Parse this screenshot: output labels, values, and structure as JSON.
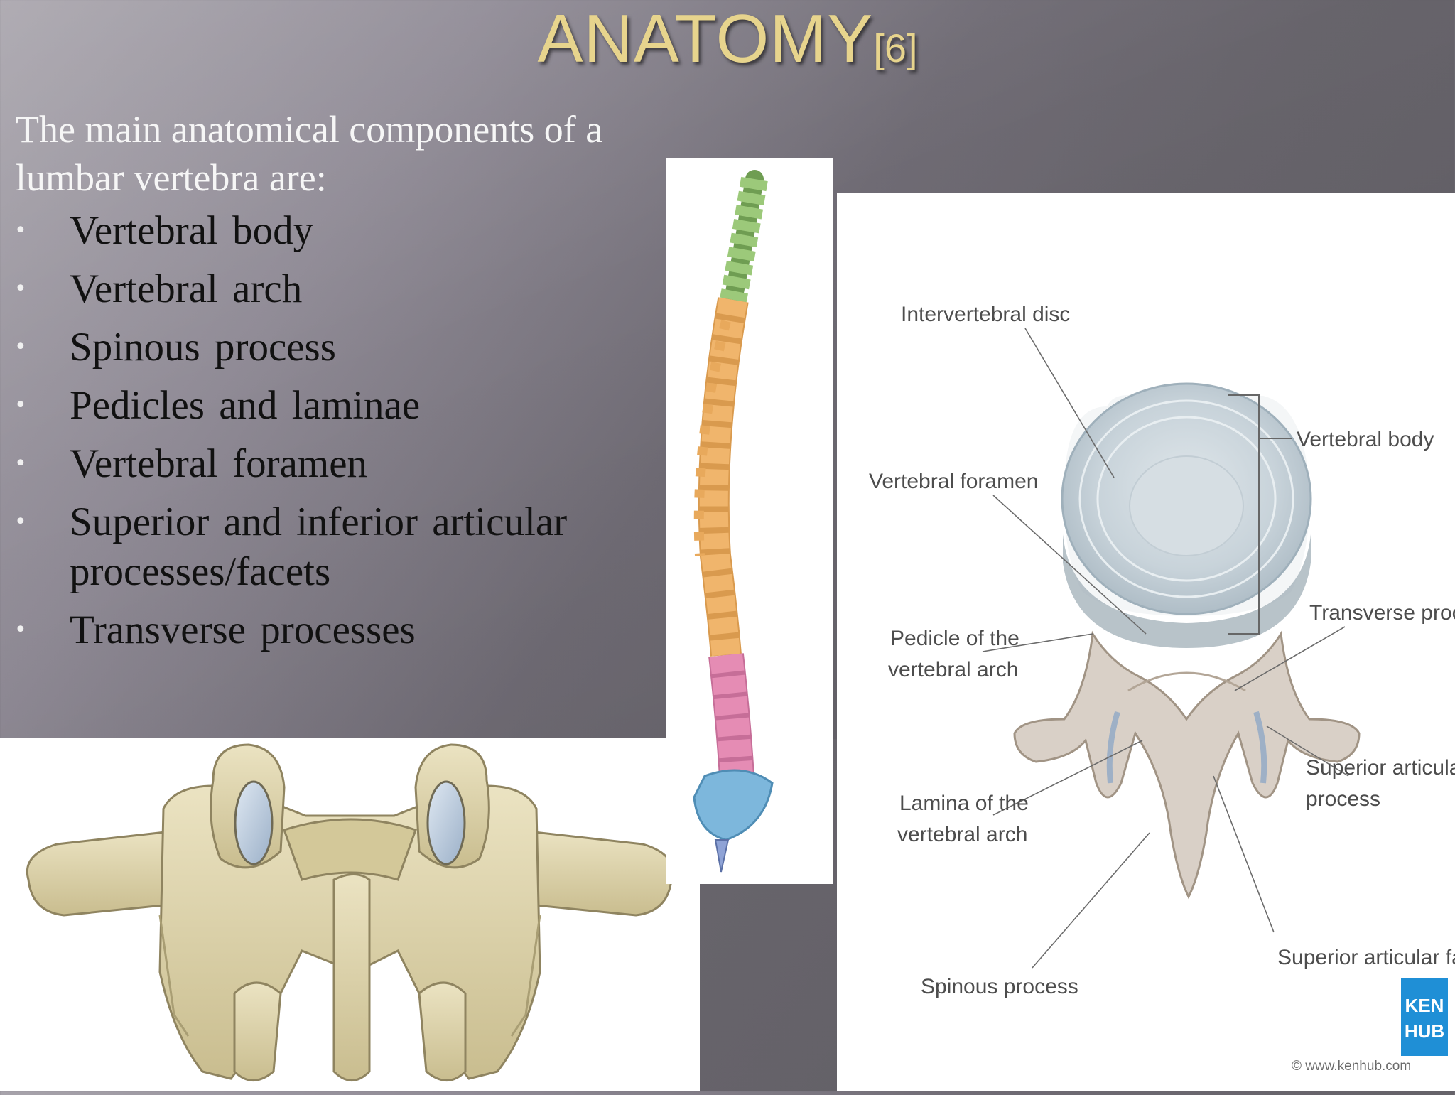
{
  "slide": {
    "title": "ANATOMY",
    "title_ref": "[6]",
    "intro_line1": "The main anatomical components of a",
    "intro_line2": "lumbar vertebra are:",
    "bullets": [
      "Vertebral  body",
      "Vertebral  arch",
      "Spinous  process",
      "Pedicles and laminae",
      "Vertebral  foramen",
      "Superior  and  inferior  articular processes/facets",
      "Transverse  processes"
    ]
  },
  "diagram": {
    "labels": {
      "intervertebral_disc": "Intervertebral disc",
      "vertebral_body": "Vertebral body",
      "vertebral_foramen": "Vertebral foramen",
      "transverse_process": "Transverse process",
      "pedicle_line1": "Pedicle of the",
      "pedicle_line2": "vertebral arch",
      "superior_articular_line1": "Superior articular",
      "superior_articular_line2": "process",
      "lamina_line1": "Lamina of the",
      "lamina_line2": "vertebral arch",
      "superior_articular_facet": "Superior articular facet",
      "spinous_process": "Spinous process"
    },
    "logo_line1": "KEN",
    "logo_line2": "HUB",
    "credit": "© www.kenhub.com"
  },
  "colors": {
    "title": "#e7d48d",
    "bone": "#d9cfa6",
    "cervical": "#9cc97a",
    "thoracic_lumbar": "#f0b56c",
    "sacral": "#e58cb4",
    "coccyx": "#7db7dc",
    "kenhub_blue": "#1f8fd6"
  }
}
